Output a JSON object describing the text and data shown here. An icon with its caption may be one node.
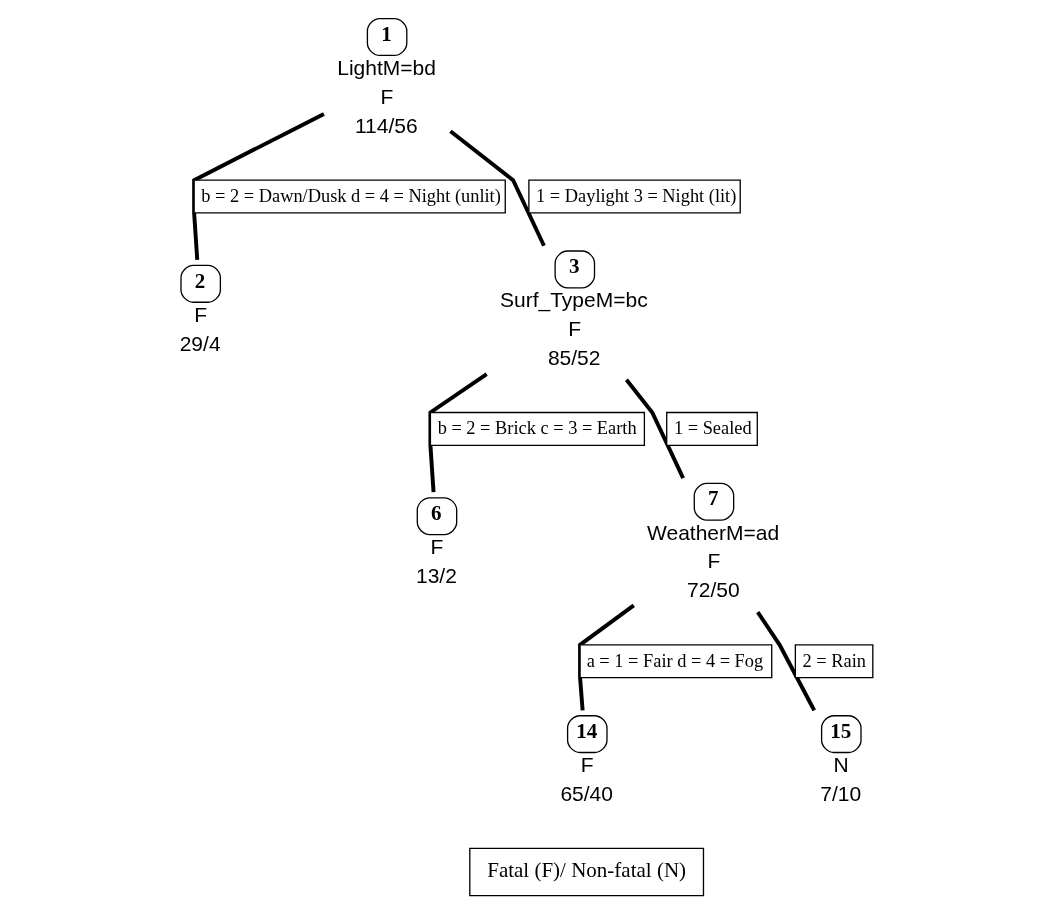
{
  "diagram": {
    "nodes": [
      {
        "text": [
          "1",
          "LightM=bd",
          "F",
          "114/56"
        ]
      },
      {
        "text": [
          "2",
          "F",
          "29/4"
        ]
      },
      {
        "text": [
          "3",
          "Surf_TypeM=bc",
          "F",
          "85/52"
        ]
      },
      {
        "text": [
          "6",
          "F",
          "13/2"
        ]
      },
      {
        "text": [
          "7",
          "WeatherM=ad",
          "F",
          "72/50"
        ]
      },
      {
        "text": [
          "14",
          "F",
          "65/40"
        ]
      },
      {
        "text": [
          "15",
          "N",
          "7/10"
        ]
      },
      {
        "text": [
          "Fatal (F)/ Non-fatal (N)"
        ]
      }
    ],
    "edges": [
      {
        "from": 0,
        "to": 1,
        "arrow": "none",
        "label": "b = 2 = Dawn/Dusk d = 4 = Night (unlit)"
      },
      {
        "from": 0,
        "to": 2,
        "arrow": "none",
        "label": "1 = Daylight 3 = Night (lit)"
      },
      {
        "from": 2,
        "to": 3,
        "arrow": "none",
        "label": "b = 2 = Brick c = 3 = Earth"
      },
      {
        "from": 2,
        "to": 4,
        "arrow": "none",
        "label": "1 = Sealed"
      },
      {
        "from": 4,
        "to": 5,
        "arrow": "none",
        "label": "a = 1 = Fair d = 4 = Fog"
      },
      {
        "from": 4,
        "to": 6,
        "arrow": "none",
        "label": "2 = Rain"
      }
    ]
  }
}
